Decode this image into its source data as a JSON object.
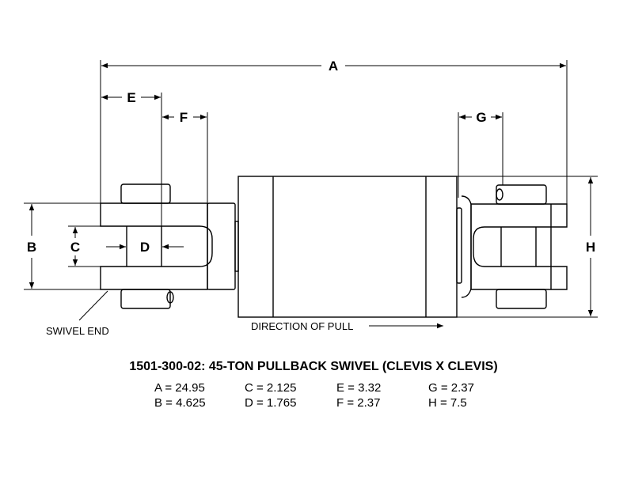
{
  "labels": {
    "a": "A",
    "b": "B",
    "c": "C",
    "d": "D",
    "e": "E",
    "f": "F",
    "g": "G",
    "h": "H"
  },
  "notes": {
    "swivel_end": "SWIVEL END",
    "direction": "DIRECTION OF PULL"
  },
  "title": "1501-300-02: 45-TON PULLBACK SWIVEL (CLEVIS X CLEVIS)",
  "specs": [
    "A = 24.95",
    "C = 2.125",
    "E = 3.32",
    "G = 2.37",
    "B = 4.625",
    "D = 1.765",
    "F = 2.37",
    "H = 7.5"
  ],
  "colors": {
    "line": "#000000",
    "background": "#ffffff"
  }
}
